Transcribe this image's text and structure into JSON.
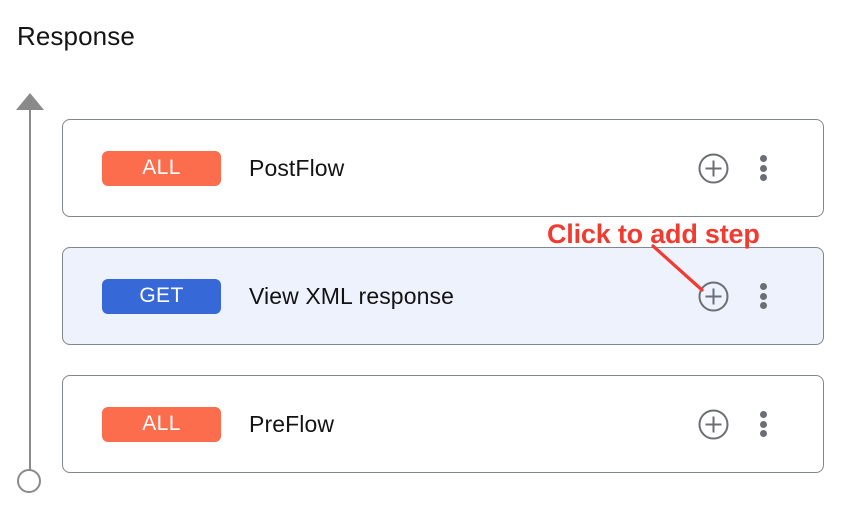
{
  "page": {
    "title": "Response"
  },
  "axis": {
    "arrow_icon": "up-arrow-icon",
    "endpoint_icon": "circle-endpoint-icon"
  },
  "flow": {
    "steps": [
      {
        "badge": "ALL",
        "badge_color": "#fb6d4c",
        "label": "PostFlow",
        "selected": false,
        "add_icon": "plus-circle-icon",
        "menu_icon": "kebab-menu-icon"
      },
      {
        "badge": "GET",
        "badge_color": "#3668d8",
        "label": "View XML response",
        "selected": true,
        "add_icon": "plus-circle-icon",
        "menu_icon": "kebab-menu-icon"
      },
      {
        "badge": "ALL",
        "badge_color": "#fb6d4c",
        "label": "PreFlow",
        "selected": false,
        "add_icon": "plus-circle-icon",
        "menu_icon": "kebab-menu-icon"
      }
    ]
  },
  "annotation": {
    "text": "Click to add step",
    "color": "#f23b30"
  }
}
